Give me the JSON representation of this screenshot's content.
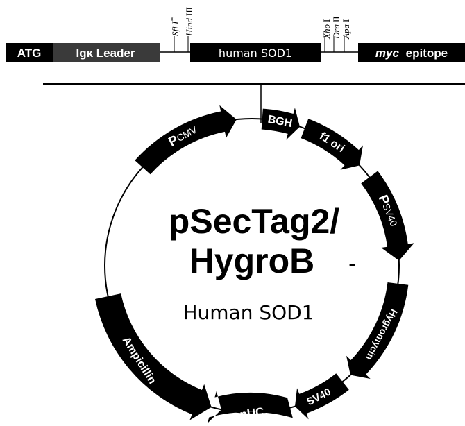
{
  "plasmid": {
    "name_line1": "pSecTag2/",
    "name_line2": "HygroB",
    "name_dash": "-",
    "insert_name": "Human SOD1"
  },
  "linear_map": {
    "segments": {
      "atg": "ATG",
      "leader": "Igκ Leader",
      "insert": "human SOD1",
      "epitope_italic": "myc",
      "epitope": "epitope"
    },
    "sites_left": {
      "sfi": "Sfi I",
      "sfi_star": "*",
      "hind_italic": "Hind",
      "hind_roman": "III"
    },
    "sites_right": {
      "xho_italic": "Xho",
      "xho_roman": "I",
      "dra_italic": "Dra",
      "dra_roman": "II",
      "apa_italic": "Apa",
      "apa_roman": "I"
    }
  },
  "features": {
    "pcmv_p": "P",
    "pcmv_sub": "CMV",
    "bgh": "BGH",
    "f1_ori": "f1 ori",
    "psv40_p": "P",
    "psv40_sub": "SV40",
    "hygromycin": "Hygromycin",
    "sv40": "SV40",
    "puc": "pUC",
    "ampicillin": "Ampicillin"
  },
  "colors": {
    "feature_fill": "#000000",
    "leader_fill": "#3a3a3a",
    "text_on_dark": "#ffffff",
    "line": "#000000"
  }
}
